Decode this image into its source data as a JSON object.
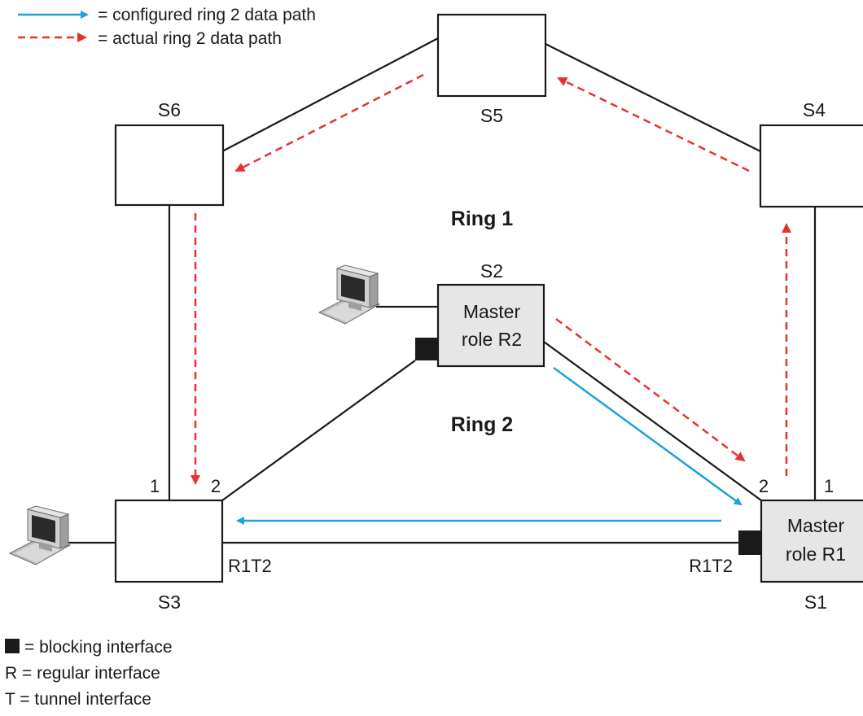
{
  "legend_top": {
    "configured": "= configured ring 2 data path",
    "actual": "= actual ring 2 data path"
  },
  "legend_bottom": {
    "blocking": "= blocking interface",
    "regular": "R = regular interface",
    "tunnel": "T = tunnel interface"
  },
  "switches": {
    "s1": {
      "name": "S1",
      "line1": "Master",
      "line2": "role R1"
    },
    "s2": {
      "name": "S2",
      "line1": "Master",
      "line2": "role R2"
    },
    "s3": {
      "name": "S3"
    },
    "s4": {
      "name": "S4"
    },
    "s5": {
      "name": "S5"
    },
    "s6": {
      "name": "S6"
    }
  },
  "rings": {
    "ring1": "Ring 1",
    "ring2": "Ring 2"
  },
  "ports": {
    "s3_port1": "1",
    "s3_port2": "2",
    "s1_port2": "2",
    "s1_port1": "1",
    "s3_tunnel": "R1T2",
    "s1_tunnel": "R1T2"
  },
  "colors": {
    "configured_path": "#1ea0d8",
    "actual_path": "#e8312f",
    "master_fill": "#e6e6e6",
    "switch_fill": "#ffffff",
    "line": "#1a1a1a"
  },
  "icons": {
    "computer": "desktop-computer-icon",
    "blocking": "blocking-interface-square-icon"
  }
}
